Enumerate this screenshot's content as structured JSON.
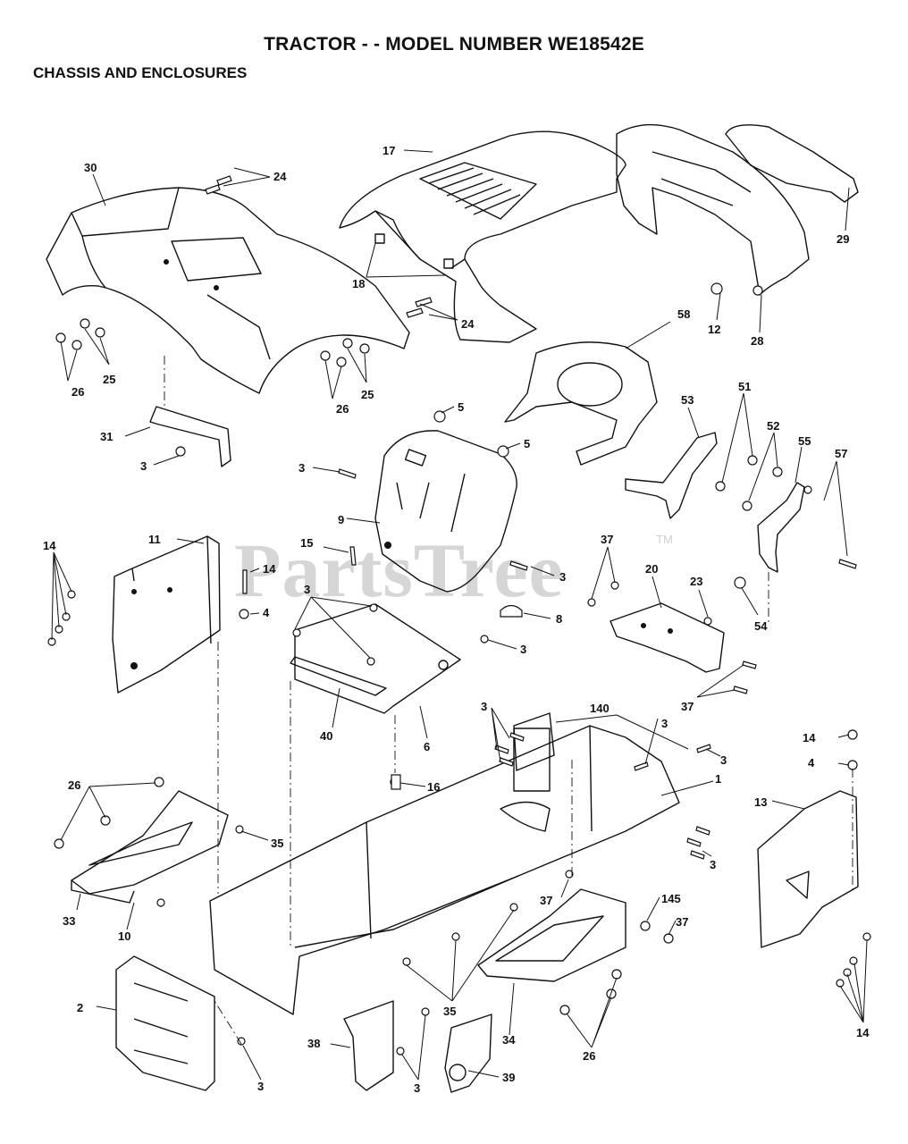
{
  "header": {
    "title": "TRACTOR - - MODEL NUMBER WE18542E",
    "subtitle": "CHASSIS AND ENCLOSURES"
  },
  "watermark": {
    "text": "PartsTree",
    "trademark": "TM"
  },
  "callouts": [
    {
      "id": "c30a",
      "label": "30"
    },
    {
      "id": "c24a",
      "label": "24"
    },
    {
      "id": "c17",
      "label": "17"
    },
    {
      "id": "c18",
      "label": "18"
    },
    {
      "id": "c24b",
      "label": "24"
    },
    {
      "id": "c29",
      "label": "29"
    },
    {
      "id": "c12",
      "label": "12"
    },
    {
      "id": "c28",
      "label": "28"
    },
    {
      "id": "c58",
      "label": "58"
    },
    {
      "id": "c25a",
      "label": "25"
    },
    {
      "id": "c26a",
      "label": "26"
    },
    {
      "id": "c25b",
      "label": "25"
    },
    {
      "id": "c26b",
      "label": "26"
    },
    {
      "id": "c5a",
      "label": "5"
    },
    {
      "id": "c5b",
      "label": "5"
    },
    {
      "id": "c31",
      "label": "31"
    },
    {
      "id": "c3a",
      "label": "3"
    },
    {
      "id": "c3b",
      "label": "3"
    },
    {
      "id": "c9",
      "label": "9"
    },
    {
      "id": "c53",
      "label": "53"
    },
    {
      "id": "c51",
      "label": "51"
    },
    {
      "id": "c52",
      "label": "52"
    },
    {
      "id": "c55",
      "label": "55"
    },
    {
      "id": "c57",
      "label": "57"
    },
    {
      "id": "c11",
      "label": "11"
    },
    {
      "id": "c14a",
      "label": "14"
    },
    {
      "id": "c15",
      "label": "15"
    },
    {
      "id": "c14b",
      "label": "14"
    },
    {
      "id": "c4a",
      "label": "4"
    },
    {
      "id": "c3c",
      "label": "3"
    },
    {
      "id": "c37a",
      "label": "37"
    },
    {
      "id": "c20",
      "label": "20"
    },
    {
      "id": "c23",
      "label": "23"
    },
    {
      "id": "c54",
      "label": "54"
    },
    {
      "id": "c3d",
      "label": "3"
    },
    {
      "id": "c8",
      "label": "8"
    },
    {
      "id": "c3e",
      "label": "3"
    },
    {
      "id": "c37b",
      "label": "37"
    },
    {
      "id": "c40",
      "label": "40"
    },
    {
      "id": "c6",
      "label": "6"
    },
    {
      "id": "c3f",
      "label": "3"
    },
    {
      "id": "c140",
      "label": "140"
    },
    {
      "id": "c3g",
      "label": "3"
    },
    {
      "id": "c3h",
      "label": "3"
    },
    {
      "id": "c1",
      "label": "1"
    },
    {
      "id": "c14c",
      "label": "14"
    },
    {
      "id": "c4b",
      "label": "4"
    },
    {
      "id": "c13",
      "label": "13"
    },
    {
      "id": "c16",
      "label": "16"
    },
    {
      "id": "c26c",
      "label": "26"
    },
    {
      "id": "c35a",
      "label": "35"
    },
    {
      "id": "c33",
      "label": "33"
    },
    {
      "id": "c10",
      "label": "10"
    },
    {
      "id": "c3i",
      "label": "3"
    },
    {
      "id": "c37c",
      "label": "37"
    },
    {
      "id": "c145",
      "label": "145"
    },
    {
      "id": "c37d",
      "label": "37"
    },
    {
      "id": "c2",
      "label": "2"
    },
    {
      "id": "c35b",
      "label": "35"
    },
    {
      "id": "c34",
      "label": "34"
    },
    {
      "id": "c26d",
      "label": "26"
    },
    {
      "id": "c3j",
      "label": "3"
    },
    {
      "id": "c38",
      "label": "38"
    },
    {
      "id": "c3k",
      "label": "3"
    },
    {
      "id": "c39",
      "label": "39"
    },
    {
      "id": "c14d",
      "label": "14"
    }
  ]
}
